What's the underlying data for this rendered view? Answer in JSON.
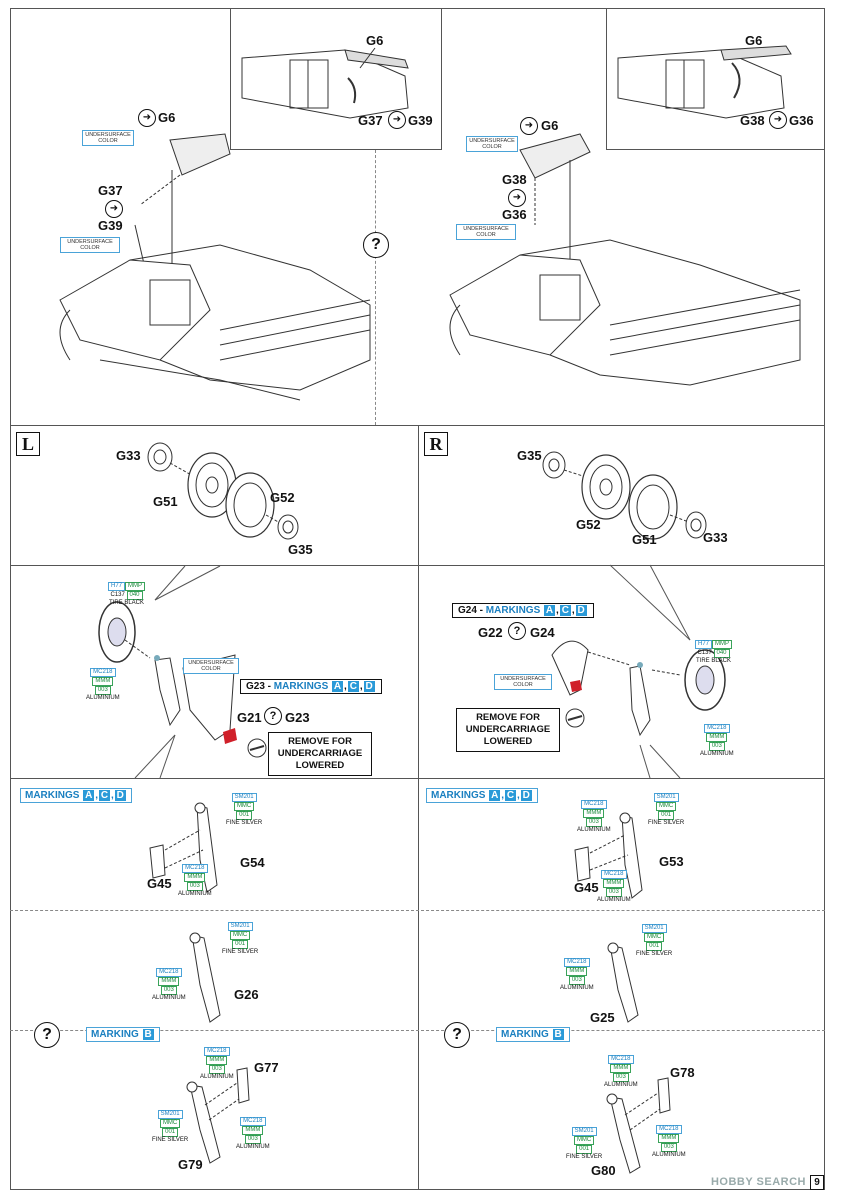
{
  "top": {
    "left": {
      "inset": {
        "part": "G6",
        "pair_a": "G37",
        "pair_b": "G39"
      },
      "g6": "G6",
      "g37": "G37",
      "g39": "G39",
      "undersurface1": "UNDERSURFACE COLOR",
      "undersurface2": "UNDERSURFACE COLOR"
    },
    "right": {
      "inset": {
        "part": "G6",
        "pair_a": "G38",
        "pair_b": "G36"
      },
      "g6": "G6",
      "g38": "G38",
      "g36": "G36",
      "undersurface1": "UNDERSURFACE COLOR",
      "undersurface2": "UNDERSURFACE COLOR"
    },
    "question": "?"
  },
  "left": {
    "side": "L",
    "wheel": {
      "g33": "G33",
      "g51": "G51",
      "g52": "G52",
      "g35": "G35"
    },
    "tire": {
      "h": "H77",
      "mmp": "MMP",
      "mmp_num": "040",
      "c": "C137",
      "name": "TIRE BLACK"
    },
    "hub": {
      "mc": "MC218",
      "mmm": "MMM",
      "num": "003",
      "name": "ALUMINIUM"
    },
    "undersurface": "UNDERSURFACE COLOR",
    "g23_bar": {
      "prefix": "G23 - ",
      "word": "MARKINGS",
      "k1": "A",
      "k2": "C",
      "k3": "D"
    },
    "g21": "G21",
    "g23": "G23",
    "q": "?",
    "remove": "REMOVE FOR UNDERCARRIAGE LOWERED",
    "markings": {
      "word": "MARKINGS",
      "k1": "A",
      "k2": "C",
      "k3": "D"
    },
    "strut1": {
      "g54": "G54",
      "g45": "G45",
      "sm": "SM201",
      "mmc": "MMC",
      "mmc_num": "001",
      "silver": "FINE SILVER",
      "mc": "MC218",
      "mmm": "MMM",
      "mmm_num": "003",
      "alu": "ALUMINIUM"
    },
    "strut2": {
      "g26": "G26",
      "sm": "SM201",
      "mmc": "MMC",
      "mmc_num": "001",
      "silver": "FINE SILVER",
      "mc": "MC218",
      "mmm": "MMM",
      "mmm_num": "003",
      "alu": "ALUMINIUM"
    },
    "marking_b": {
      "word": "MARKING",
      "k": "B"
    },
    "strut3": {
      "g77": "G77",
      "g79": "G79",
      "mc": "MC218",
      "mmm": "MMM",
      "mmm_num": "003",
      "alu": "ALUMINIUM",
      "sm": "SM201",
      "mmc": "MMC",
      "mmc_num": "001",
      "silver": "FINE SILVER",
      "mc2": "MC218",
      "mmm2": "MMM",
      "mmm2_num": "003",
      "alu2": "ALUMINIUM"
    }
  },
  "right": {
    "side": "R",
    "wheel": {
      "g35": "G35",
      "g52": "G52",
      "g51": "G51",
      "g33": "G33"
    },
    "g24_bar": {
      "prefix": "G24 - ",
      "word": "MARKINGS",
      "k1": "A",
      "k2": "C",
      "k3": "D"
    },
    "g22": "G22",
    "g24": "G24",
    "q": "?",
    "undersurface": "UNDERSURFACE COLOR",
    "tire": {
      "h": "H77",
      "mmp": "MMP",
      "mmp_num": "040",
      "c": "C137",
      "name": "TIRE BLACK"
    },
    "hub": {
      "mc": "MC218",
      "mmm": "MMM",
      "num": "003",
      "name": "ALUMINIUM"
    },
    "remove": "REMOVE FOR UNDERCARRIAGE LOWERED",
    "markings": {
      "word": "MARKINGS",
      "k1": "A",
      "k2": "C",
      "k3": "D"
    },
    "strut1": {
      "g53": "G53",
      "g45": "G45",
      "mc": "MC218",
      "mmm": "MMM",
      "mmm_num": "003",
      "alu": "ALUMINIUM",
      "sm": "SM201",
      "mmc": "MMC",
      "mmc_num": "001",
      "silver": "FINE SILVER",
      "mc2": "MC218",
      "mmm2": "MMM",
      "mmm2_num": "003",
      "alu2": "ALUMINIUM"
    },
    "strut2": {
      "g25": "G25",
      "sm": "SM201",
      "mmc": "MMC",
      "mmc_num": "001",
      "silver": "FINE SILVER",
      "mc": "MC218",
      "mmm": "MMM",
      "mmm_num": "003",
      "alu": "ALUMINIUM"
    },
    "marking_b": {
      "word": "MARKING",
      "k": "B"
    },
    "strut3": {
      "g78": "G78",
      "g80": "G80",
      "mc": "MC218",
      "mmm": "MMM",
      "mmm_num": "003",
      "alu": "ALUMINIUM",
      "sm": "SM201",
      "mmc": "MMC",
      "mmc_num": "001",
      "silver": "FINE SILVER",
      "mc2": "MC218",
      "mmm2": "MMM",
      "mmm2_num": "003",
      "alu2": "ALUMINIUM"
    }
  },
  "questions": {
    "left": "?",
    "right": "?"
  },
  "page_number": "9",
  "watermark": "HOBBY SEARCH",
  "colors": {
    "accent_blue": "#2a9ad8",
    "paint_green": "#1b8a3c",
    "red_part": "#d0202a"
  }
}
